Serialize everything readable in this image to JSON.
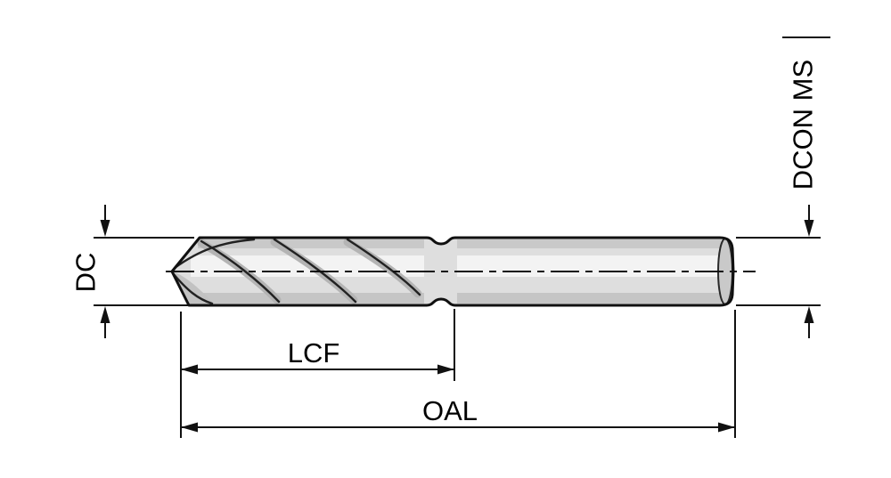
{
  "diagram": {
    "labels": {
      "dc": "DC",
      "lcf": "LCF",
      "oal": "OAL",
      "dcon_ms": "DCON MS"
    },
    "colors": {
      "line": "#111111",
      "drill_fill": "#dedede",
      "drill_shade_top": "#c9c9c9",
      "drill_shade_bottom": "#c5c5c5",
      "drill_highlight": "#f3f3f3",
      "background": "#ffffff"
    }
  }
}
